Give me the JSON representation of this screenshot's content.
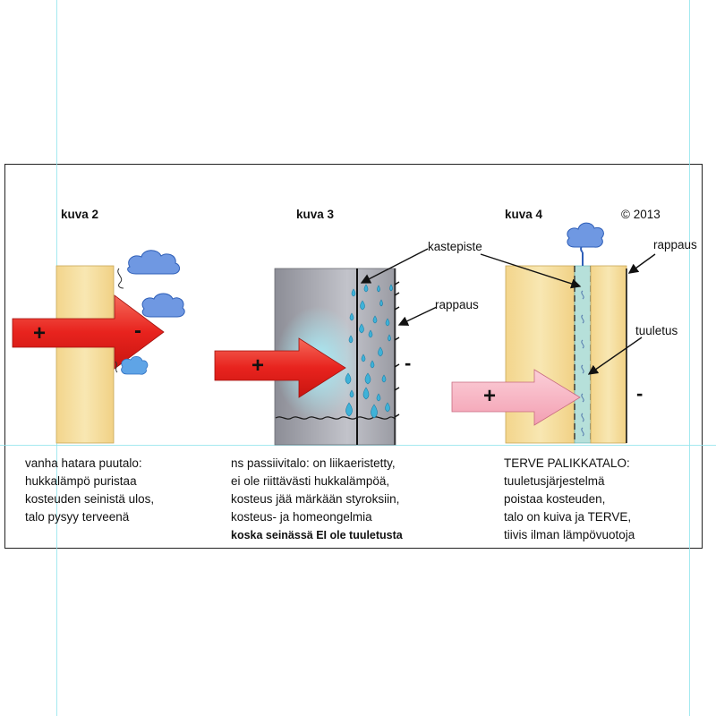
{
  "panels": [
    {
      "title": "kuva 2",
      "plus": "+",
      "minus": "-",
      "caption": [
        "vanha hatara puutalo:",
        "hukkalämpö puristaa",
        "kosteuden seinistä ulos,",
        "talo pysyy terveenä"
      ]
    },
    {
      "title": "kuva 3",
      "plus": "+",
      "minus": "-",
      "label_dewpoint": "kastepiste",
      "label_render": "rappaus",
      "caption": [
        "ns passiivitalo: on liikaeristetty,",
        "ei ole riittävästi hukkalämpöä,",
        "kosteus jää märkään styroksiin,",
        "kosteus- ja homeongelmia"
      ],
      "caption_bold": "koska seinässä EI ole tuuletusta"
    },
    {
      "title": "kuva 4",
      "copyright": "© 2013",
      "plus": "+",
      "minus": "-",
      "label_render": "rappaus",
      "label_ventilation": "tuuletus",
      "caption": [
        "TERVE PALIKKATALO:",
        "tuuletusjärjestelmä",
        "poistaa kosteuden,",
        "talo on kuiva ja TERVE,",
        "tiivis ilman lämpövuotoja"
      ]
    }
  ],
  "colors": {
    "wood_wall": "#f6e0a0",
    "insulation_grey": "#a9aab2",
    "arrow_red": "#ee2a24",
    "arrow_pink": "#f6aebe",
    "cloud_blue": "#6f98e2",
    "droplet_blue": "#3fb2d8",
    "vent_cavity": "#b6e0da",
    "guide_line": "#8fe3ec"
  }
}
